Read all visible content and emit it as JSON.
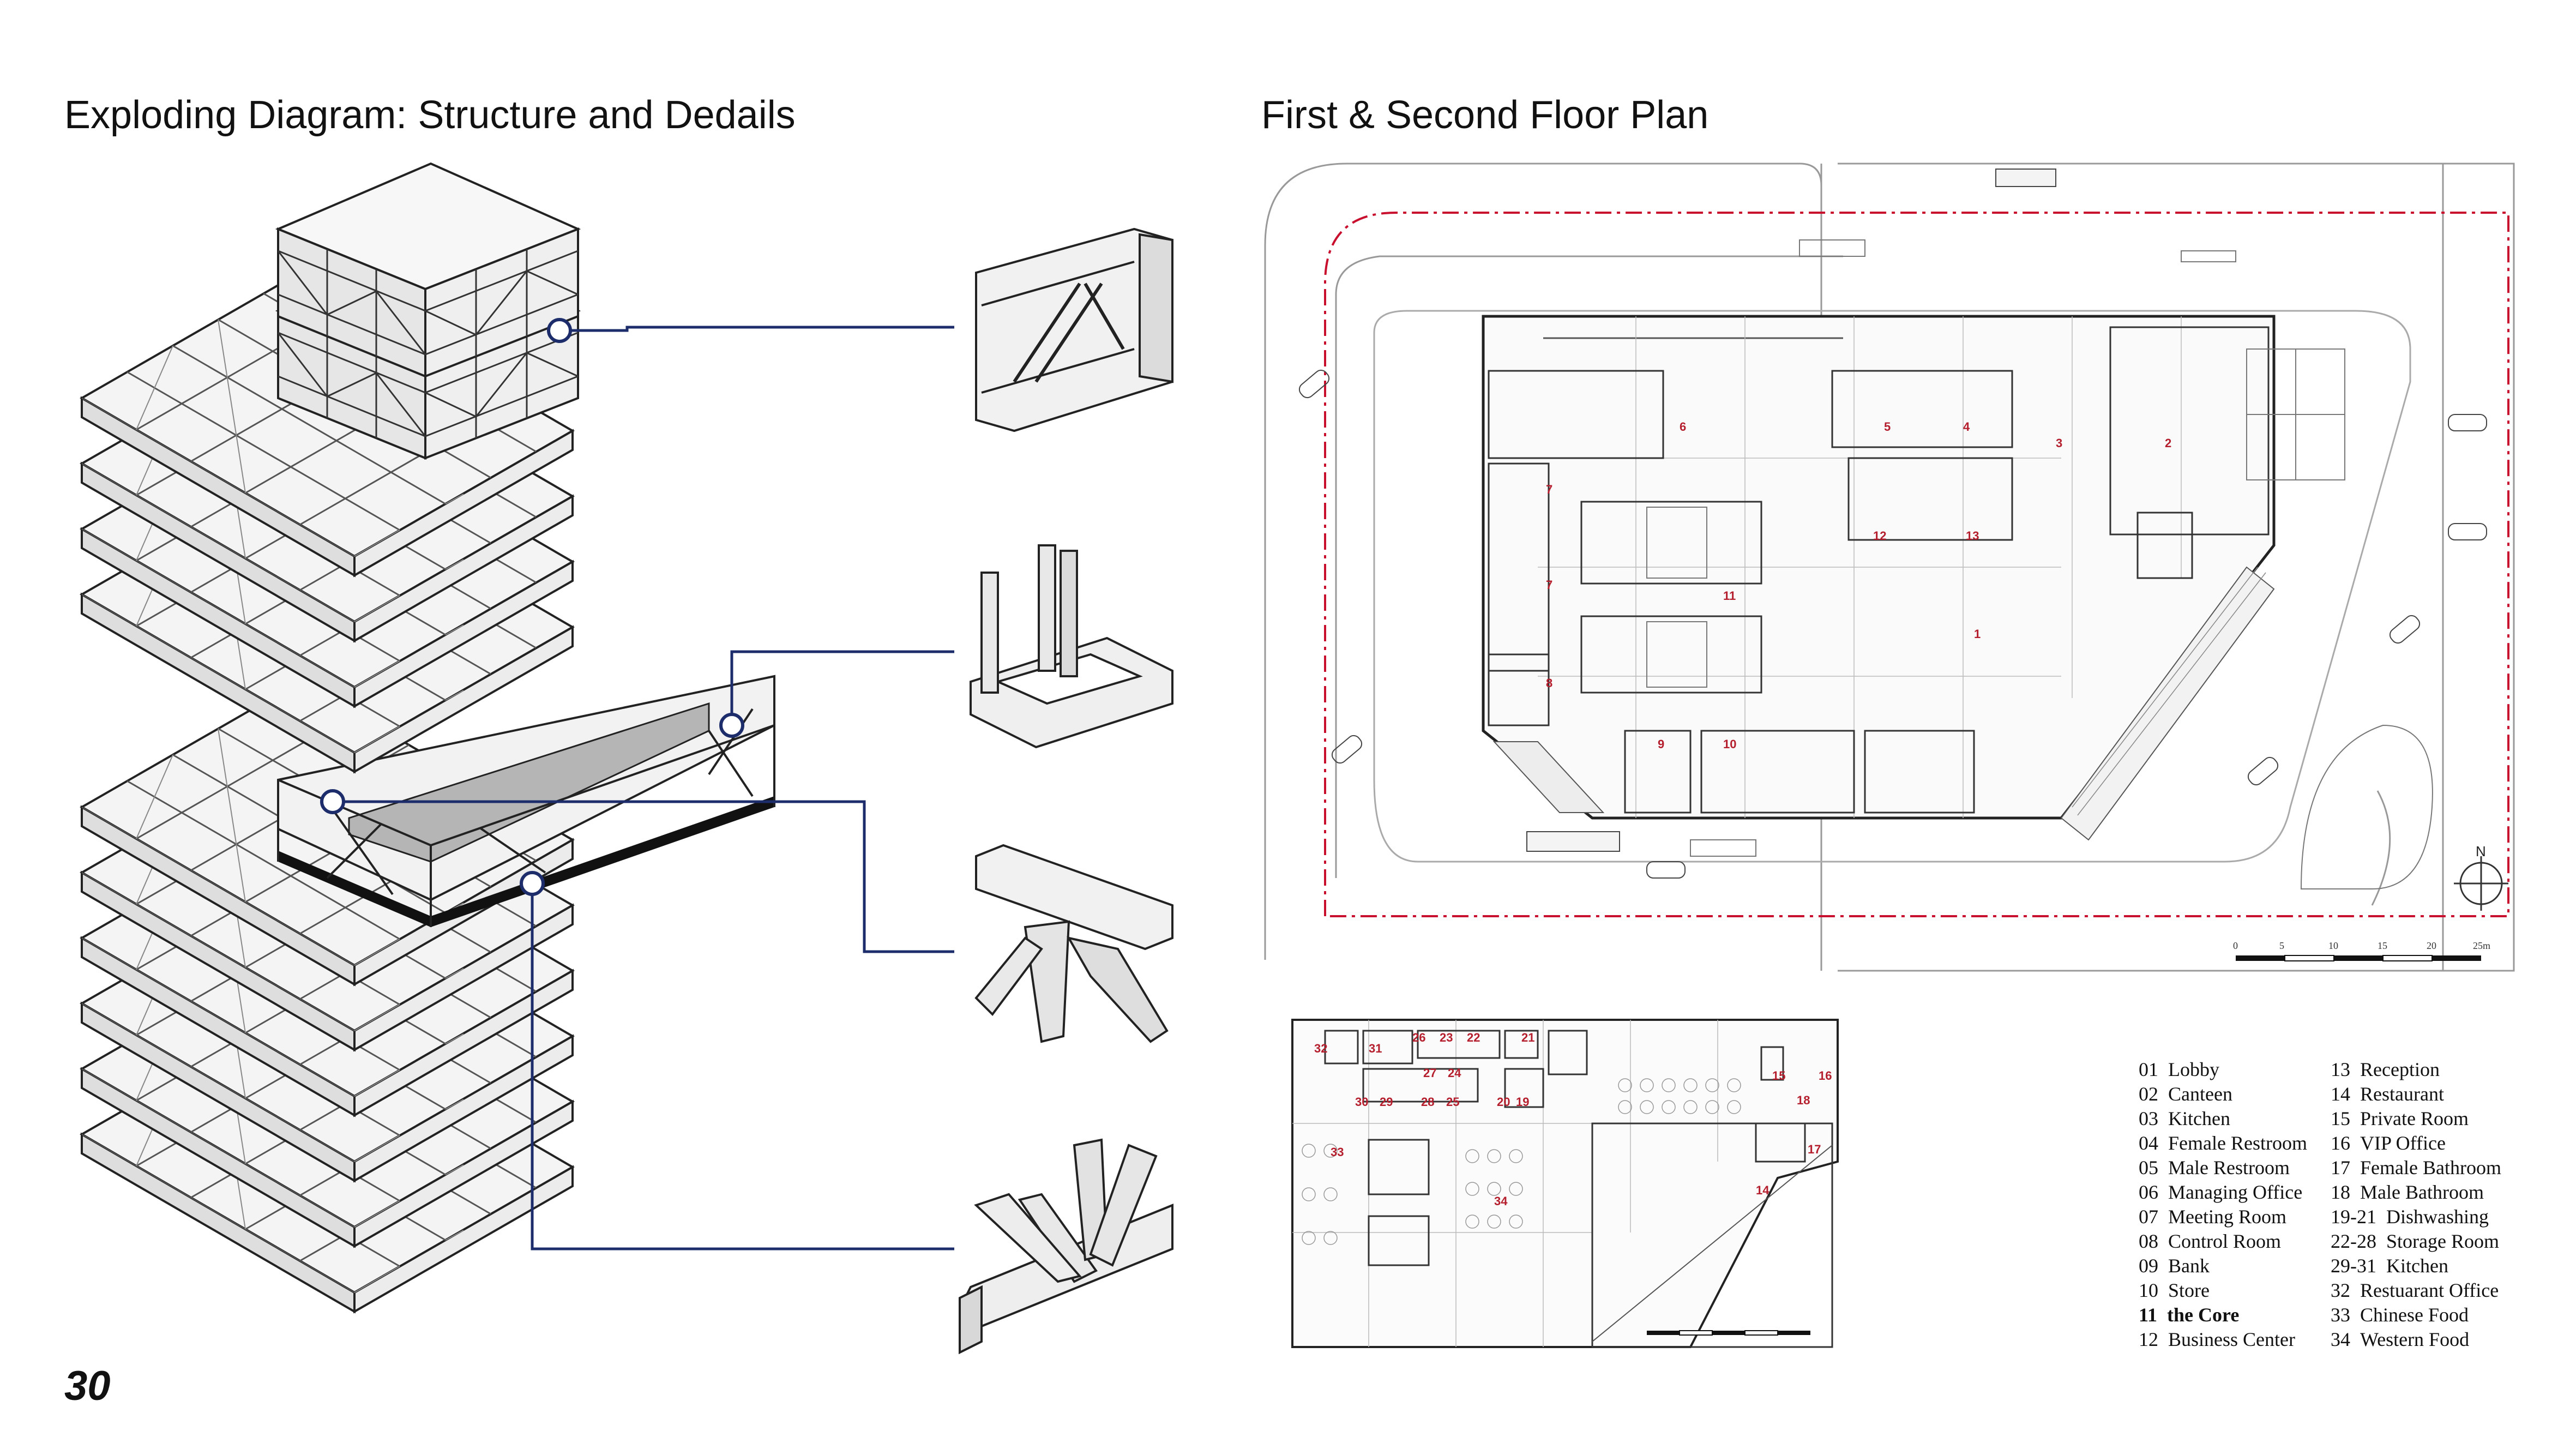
{
  "titles": {
    "left": "Exploding Diagram: Structure and Dedails",
    "right": "First & Second Floor Plan"
  },
  "page_number": "30",
  "colors": {
    "callout_line": "#1d2d6b",
    "room_label": "#b41e2d",
    "site_boundary": "#c8102e",
    "slab_shadow": "#b5b5b5"
  },
  "icons": {
    "north": "north-arrow-icon"
  },
  "floor_plan": {
    "north_label": "N",
    "scale_labels": [
      "0",
      "5",
      "10",
      "15",
      "20",
      "25m"
    ],
    "first_floor_rooms": [
      "1",
      "2",
      "3",
      "4",
      "5",
      "6",
      "7",
      "7",
      "8",
      "9",
      "10",
      "11",
      "12",
      "13"
    ],
    "second_floor_rooms": [
      "14",
      "15",
      "16",
      "17",
      "18",
      "19",
      "20",
      "21",
      "22",
      "23",
      "24",
      "25",
      "26",
      "27",
      "28",
      "29",
      "30",
      "31",
      "32",
      "33",
      "34"
    ]
  },
  "legend": {
    "left": [
      {
        "num": "01",
        "name": "Lobby"
      },
      {
        "num": "02",
        "name": "Canteen"
      },
      {
        "num": "03",
        "name": "Kitchen"
      },
      {
        "num": "04",
        "name": "Female Restroom"
      },
      {
        "num": "05",
        "name": "Male Restroom"
      },
      {
        "num": "06",
        "name": "Managing Office"
      },
      {
        "num": "07",
        "name": "Meeting Room"
      },
      {
        "num": "08",
        "name": "Control Room"
      },
      {
        "num": "09",
        "name": "Bank"
      },
      {
        "num": "10",
        "name": "Store"
      },
      {
        "num": "11",
        "name": "the Core",
        "bold": true
      },
      {
        "num": "12",
        "name": "Business Center"
      }
    ],
    "right": [
      {
        "num": "13",
        "name": "Reception"
      },
      {
        "num": "14",
        "name": "Restaurant"
      },
      {
        "num": "15",
        "name": "Private Room"
      },
      {
        "num": "16",
        "name": "VIP Office"
      },
      {
        "num": "17",
        "name": "Female Bathroom"
      },
      {
        "num": "18",
        "name": "Male Bathroom"
      },
      {
        "num": "19-21",
        "name": "Dishwashing"
      },
      {
        "num": "22-28",
        "name": "Storage Room"
      },
      {
        "num": "29-31",
        "name": "Kitchen"
      },
      {
        "num": "32",
        "name": "Restuarant Office"
      },
      {
        "num": "33",
        "name": "Chinese Food"
      },
      {
        "num": "34",
        "name": "Western Food"
      }
    ]
  }
}
